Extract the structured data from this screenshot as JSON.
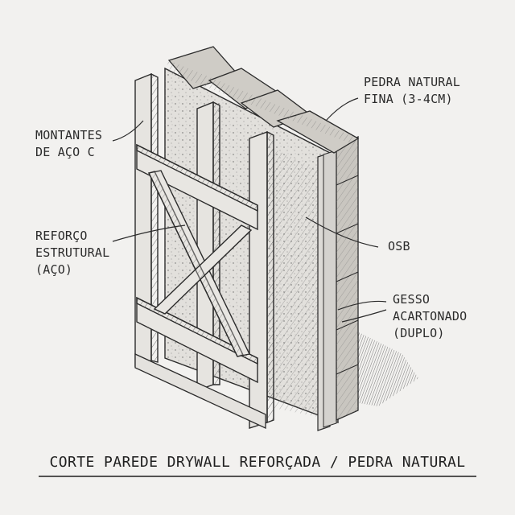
{
  "labels": {
    "montantes": [
      "MONTANTES",
      "DE AÇO C"
    ],
    "pedra": [
      "PEDRA NATURAL",
      "FINA (3-4CM)"
    ],
    "reforco": [
      "REFORÇO",
      "ESTRUTURAL",
      "(AÇO)"
    ],
    "osb": "OSB",
    "gesso": [
      "GESSO",
      "ACARTONADO",
      "(DUPLO)"
    ]
  },
  "title": "CORTE PAREDE DRYWALL REFORÇADA / PEDRA NATURAL"
}
